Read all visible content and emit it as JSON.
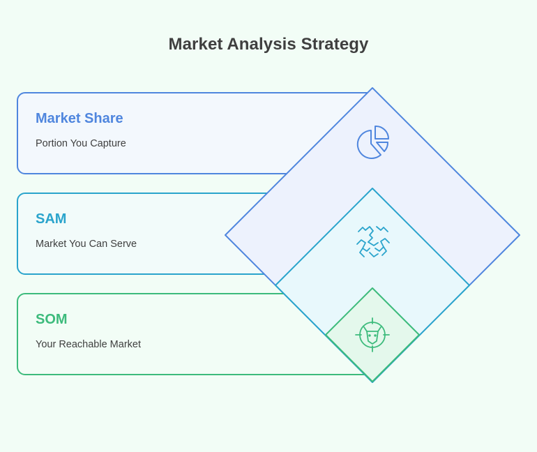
{
  "title": "Market Analysis Strategy",
  "cards": [
    {
      "title": "Market Share",
      "subtitle": "Portion You Capture",
      "color": "#4f86de",
      "icon": "pie-chart-icon"
    },
    {
      "title": "SAM",
      "subtitle": "Market You Can Serve",
      "color": "#2aa4cc",
      "icon": "handshake-icon"
    },
    {
      "title": "SOM",
      "subtitle": "Your Reachable Market",
      "color": "#3dbb7c",
      "icon": "bull-target-icon"
    }
  ]
}
